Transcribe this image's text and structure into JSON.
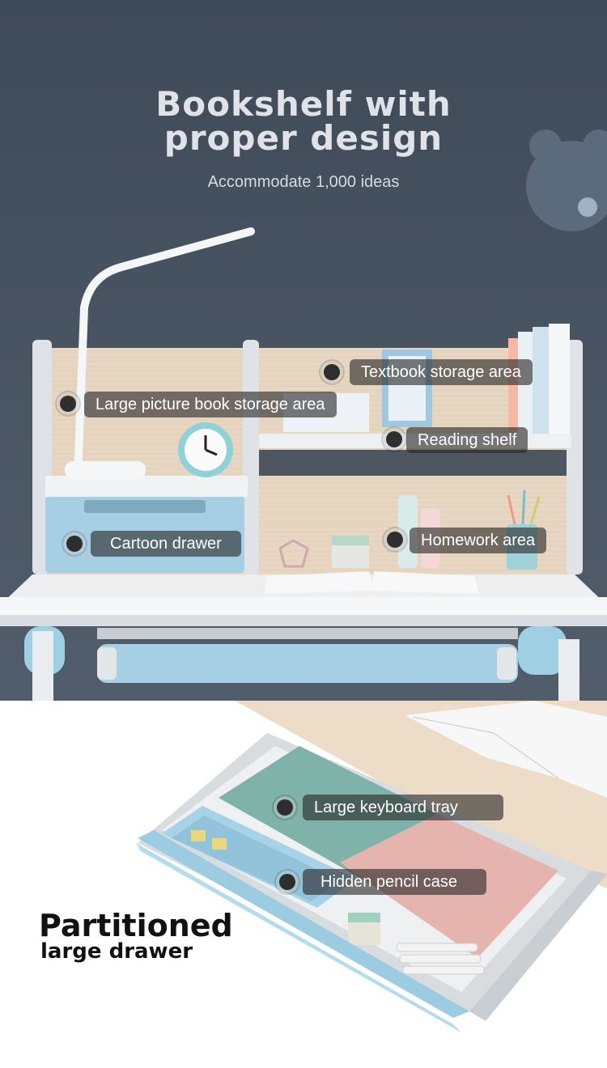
{
  "hero": {
    "title_line1": "Bookshelf with",
    "title_line2": "proper design",
    "subtitle": "Accommodate 1,000 ideas"
  },
  "hotspots": {
    "textbook_storage": "Textbook storage area",
    "picture_book_storage": "Large picture book storage area",
    "reading_shelf": "Reading shelf",
    "cartoon_drawer": "Cartoon drawer",
    "homework_area": "Homework area",
    "keyboard_tray": "Large keyboard tray",
    "pencil_case": "Hidden pencil case"
  },
  "drawer_section": {
    "title_line1": "Partitioned",
    "title_line2": "large drawer"
  },
  "colors": {
    "wall": "#46515e",
    "accent_blue": "#8fc3dc",
    "wood": "#ead9c4"
  }
}
